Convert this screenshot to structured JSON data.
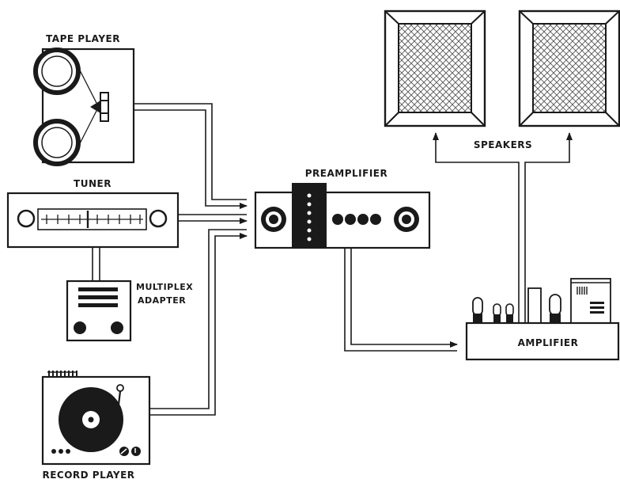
{
  "labels": {
    "tape_player": "TAPE PLAYER",
    "tuner": "TUNER",
    "multiplex_line1": "MULTIPLEX",
    "multiplex_line2": "ADAPTER",
    "record_player": "RECORD PLAYER",
    "preamplifier": "PREAMPLIFIER",
    "amplifier": "AMPLIFIER",
    "speakers": "SPEAKERS"
  },
  "colors": {
    "ink": "#1a1a1a",
    "paper": "#ffffff",
    "grille": "#bdbdbd"
  }
}
